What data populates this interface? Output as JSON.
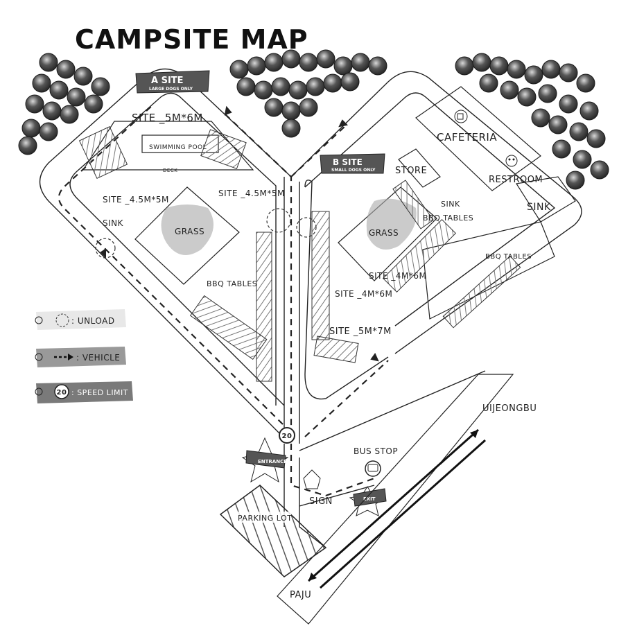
{
  "title": "CAMPSITE MAP",
  "a_site": {
    "label": "A SITE",
    "note": "LARGE DOGS ONLY"
  },
  "b_site": {
    "label": "B SITE",
    "note": "SMALL DOGS ONLY"
  },
  "labels": {
    "site_5m6m": "SITE _5M*6M",
    "swimming_pool": "SWIMMING POOL",
    "deck": "DECK",
    "site_45m5m_left": "SITE _4.5M*5M",
    "site_45m5m_right": "SITE _4.5M*5M",
    "sink_left": "SINK",
    "grass_left": "GRASS",
    "bbq_tables_left": "BBQ TABLES",
    "store": "STORE",
    "cafeteria": "CAFETERIA",
    "restroom": "RESTROOM",
    "sink_right": "SINK",
    "sink_b": "SINK",
    "bbq_tables_b": "BBQ TABLES",
    "grass_b": "GRASS",
    "site_4m6m_a": "SITE _4M*6M",
    "site_4m6m_b": "SITE _4M*6M",
    "site_5m7m": "SITE _5M*7M",
    "bbq_tables_right": "BBQ TABLES",
    "speed_sign": "20",
    "entrance": "ENTRANCE",
    "exit": "EXIT",
    "bus_stop": "BUS STOP",
    "sign": "SIGN",
    "parking_lot": "PARKING LOT",
    "uijeongbu": "UIJEONGBU",
    "paju": "PAJU"
  },
  "legend": [
    {
      "symbol": "unload",
      "text": ": UNLOAD"
    },
    {
      "symbol": "vehicle",
      "text": ": VEHICLE"
    },
    {
      "symbol": "speed",
      "value": "20",
      "text": ": SPEED LIMIT"
    }
  ],
  "icons": [
    "tree-cluster-icon",
    "cafeteria-icon",
    "restroom-icon",
    "bus-icon",
    "tag-pin-icon"
  ],
  "colors": {
    "ink": "#1f1f1f",
    "banner": "#555555",
    "tree": "#3a3a3a",
    "grass": "#9c9c9c"
  }
}
